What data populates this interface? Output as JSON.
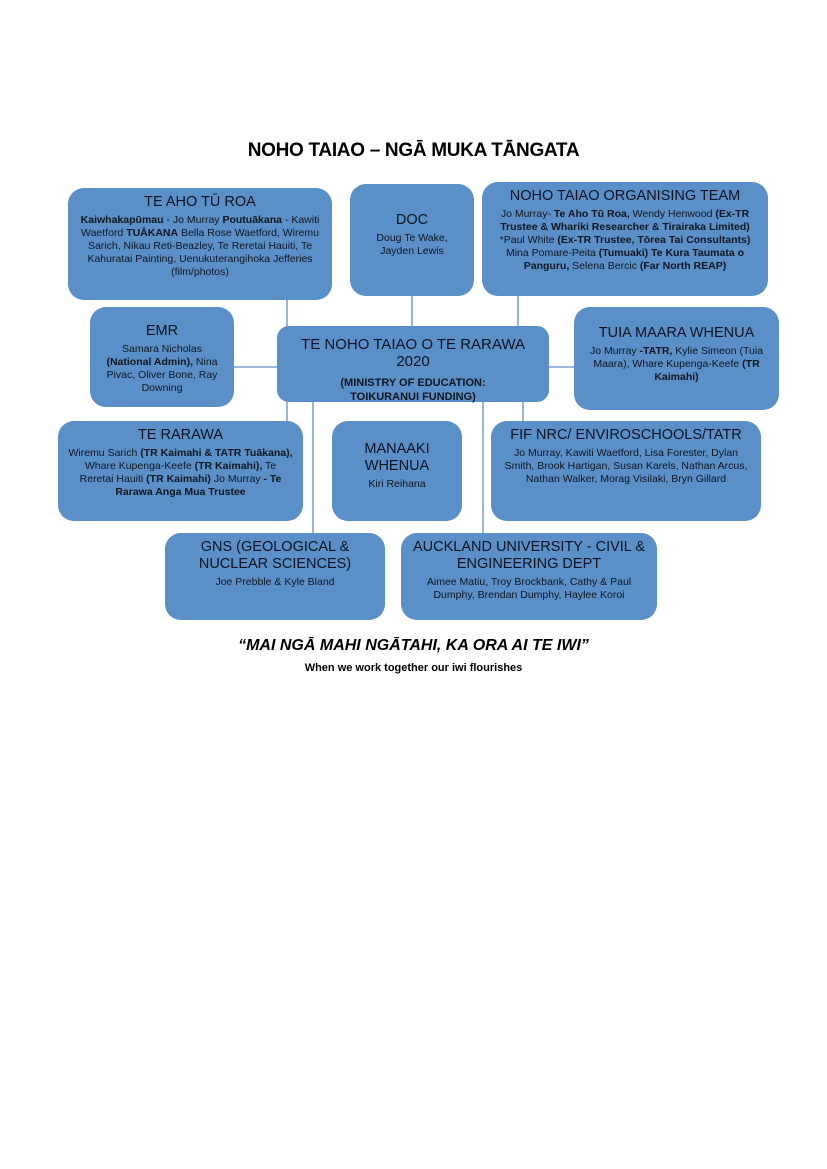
{
  "title": "NOHO TAIAO – NGĀ MUKA TĀNGATA",
  "boxes": {
    "te_aho": {
      "heading": "TE AHO TŪ ROA",
      "body": [
        {
          "t": "Kaiwhakapūmau",
          "b": true
        },
        {
          "t": " - Jo Murray "
        },
        {
          "t": "Poutuākana",
          "b": true
        },
        {
          "t": " - Kawiti Waetford "
        },
        {
          "t": "TUĀKANA",
          "b": true
        },
        {
          "t": " Bella Rose Waetford, Wiremu Sarich, Nikau Reti-Beazley, Te Reretai Hauiti, Te Kahuratai Painting, Uenukuterangihoka Jefferies (film/photos)"
        }
      ]
    },
    "doc": {
      "heading": "DOC",
      "body": [
        {
          "t": "Doug Te Wake, Jayden Lewis"
        }
      ]
    },
    "organising": {
      "heading": "NOHO TAIAO ORGANISING TEAM",
      "body": [
        {
          "t": "Jo Murray- "
        },
        {
          "t": "Te Aho Tū Roa,",
          "b": true
        },
        {
          "t": " Wendy Henwood "
        },
        {
          "t": "(Ex-TR Trustee & Whariki Researcher & Tirairaka Limited)",
          "b": true
        },
        {
          "t": " *Paul White "
        },
        {
          "t": "(Ex-TR Trustee, Tōrea Tai Consultants)",
          "b": true
        },
        {
          "t": " Mina Pomare-Peita "
        },
        {
          "t": "(Tumuaki) Te Kura Taumata o Panguru,",
          "b": true
        },
        {
          "t": " Selena Bercic "
        },
        {
          "t": "(Far North REAP)",
          "b": true
        }
      ]
    },
    "emr": {
      "heading": "EMR",
      "body": [
        {
          "t": "Samara Nicholas "
        },
        {
          "t": "(National Admin),",
          "b": true
        },
        {
          "t": " Nina Pivac, Oliver Bone, Ray Downing"
        }
      ]
    },
    "center": {
      "heading": "TE NOHO TAIAO O TE RARAWA 2020",
      "sub": "(MINISTRY OF EDUCATION: TOIKURANUI FUNDING)"
    },
    "tuia": {
      "heading": "TUIA MAARA WHENUA",
      "body": [
        {
          "t": "Jo Murray "
        },
        {
          "t": "-TATR,",
          "b": true
        },
        {
          "t": " Kylie Simeon (Tuia Maara), Whare Kupenga-Keefe "
        },
        {
          "t": "(TR Kaimahi)",
          "b": true
        }
      ]
    },
    "terarawa": {
      "heading": "TE RARAWA",
      "body": [
        {
          "t": "Wiremu Sarich "
        },
        {
          "t": "(TR Kaimahi & TATR Tuākana),",
          "b": true
        },
        {
          "t": " Whare Kupenga-Keefe "
        },
        {
          "t": "(TR Kaimahi),",
          "b": true
        },
        {
          "t": " Te Reretai Hauiti "
        },
        {
          "t": "(TR Kaimahi)",
          "b": true
        },
        {
          "t": " Jo Murray "
        },
        {
          "t": "- Te Rarawa Anga Mua Trustee",
          "b": true
        }
      ]
    },
    "manaaki": {
      "heading": "MANAAKI WHENUA",
      "body": [
        {
          "t": "Kiri Reihana"
        }
      ]
    },
    "fif": {
      "heading": "FIF NRC/ ENVIROSCHOOLS/TATR",
      "body": [
        {
          "t": "Jo Murray, Kawiti Waetford, Lisa Forester, Dylan Smith, Brook Hartigan, Susan Karels, Nathan Arcus, Nathan Walker, Morag Visilaki, Bryn Gillard"
        }
      ]
    },
    "gns": {
      "heading": "GNS (GEOLOGICAL & NUCLEAR SCIENCES)",
      "body": [
        {
          "t": "Joe Prebble & Kyle Bland"
        }
      ]
    },
    "auckland": {
      "heading": "AUCKLAND UNIVERSITY - CIVIL & ENGINEERING DEPT",
      "body": [
        {
          "t": "Aimee Matiu, Troy Brockbank, Cathy & Paul Dumphy, Brendan Dumphy, Haylee Koroi"
        }
      ]
    }
  },
  "motto": "“MAI NGĀ MAHI NGĀTAHI, KA ORA AI TE IWI”",
  "translation": "When we work together our iwi flourishes",
  "colors": {
    "box_fill": "#5b8fc7",
    "connector": "#5b8fc7"
  }
}
